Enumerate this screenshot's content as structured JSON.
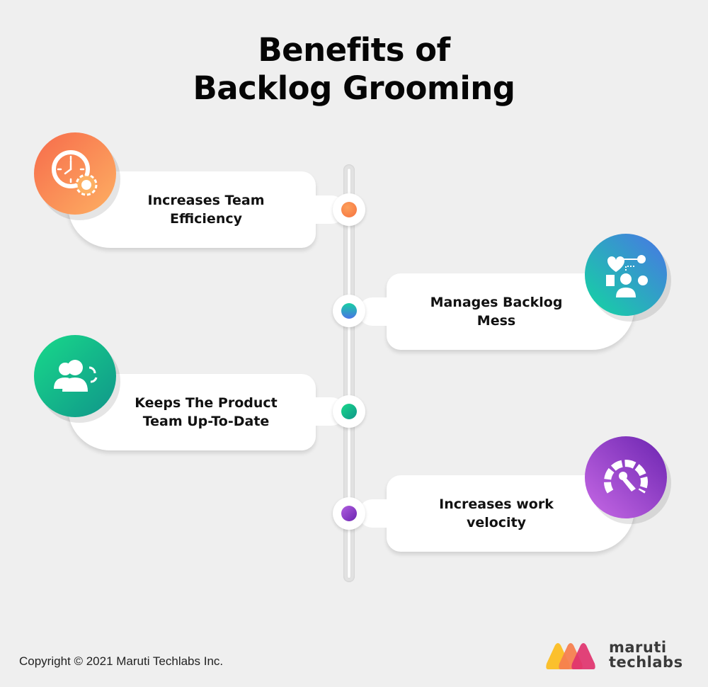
{
  "title": {
    "line1": "Benefits of",
    "line2": "Backlog Grooming"
  },
  "benefits": [
    {
      "label": "Increases Team Efficiency",
      "side": "left",
      "icon": "clock-gear-icon",
      "color_from": "#f76b4b",
      "color_to": "#fdb063",
      "dot_color": "#f9804e"
    },
    {
      "label": "Manages Backlog Mess",
      "side": "right",
      "icon": "person-ideas-icon",
      "color_from": "#12d7a0",
      "color_to": "#4a74e6",
      "dot_color": "#2aa6c8"
    },
    {
      "label": "Keeps The Product Team Up-To-Date",
      "side": "left",
      "icon": "team-sync-icon",
      "color_from": "#18d98a",
      "color_to": "#10958a",
      "dot_color": "#13b48a"
    },
    {
      "label": "Increases work velocity",
      "side": "right",
      "icon": "speedometer-icon",
      "color_from": "#c86ae6",
      "color_to": "#6b24b0",
      "dot_color": "#8a3ed0"
    }
  ],
  "footer": {
    "copyright": "Copyright © 2021 Maruti Techlabs Inc.",
    "logo_line1": "maruti",
    "logo_line2": "techlabs",
    "logo_colors": [
      "#fbc02d",
      "#f57f4f",
      "#e0336e"
    ]
  }
}
